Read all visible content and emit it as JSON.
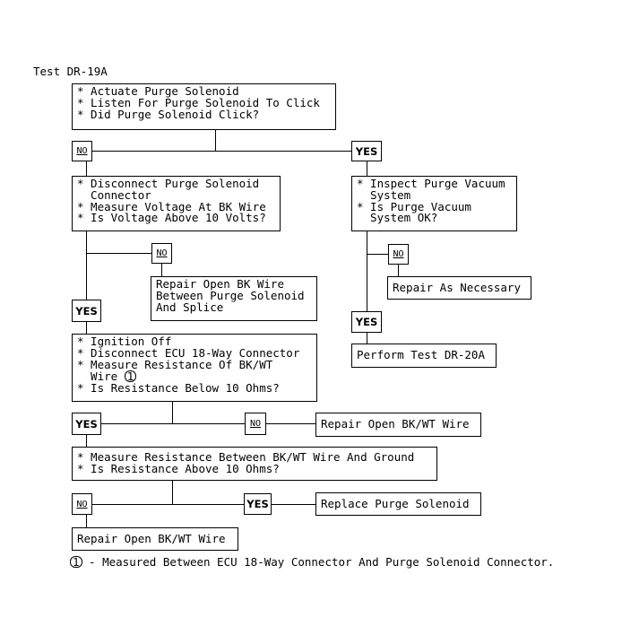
{
  "title": "Test DR-19A",
  "steps": {
    "actuate": "* Actuate Purge Solenoid\n* Listen For Purge Solenoid To Click\n* Did Purge Solenoid Click?",
    "disconnect": "* Disconnect Purge Solenoid\n  Connector\n* Measure Voltage At BK Wire\n* Is Voltage Above 10 Volts?",
    "inspect": "* Inspect Purge Vacuum\n  System\n* Is Purge Vacuum\n  System OK?",
    "repair_bk": "Repair Open BK Wire\nBetween Purge Solenoid\nAnd Splice",
    "repair_necessary": "Repair As Necessary",
    "perform_test": "Perform Test DR-20A",
    "ignition": "* Ignition Off\n* Disconnect ECU 18-Way Connector\n* Measure Resistance Of BK/WT\n  Wire ",
    "ignition_ref": "1",
    "ignition_last": "* Is Resistance Below 10 Ohms?",
    "repair_bkwt_1": "Repair Open BK/WT Wire",
    "measure_ground": "* Measure Resistance Between BK/WT Wire And Ground\n* Is Resistance Above 10 Ohms?",
    "replace_solenoid": "Replace Purge Solenoid",
    "repair_bkwt_2": "Repair Open BK/WT Wire"
  },
  "labels": {
    "yes": "YES",
    "no": "NO"
  },
  "footnote": {
    "ref": "1",
    "text": " - Measured Between ECU 18-Way Connector And Purge Solenoid Connector."
  }
}
